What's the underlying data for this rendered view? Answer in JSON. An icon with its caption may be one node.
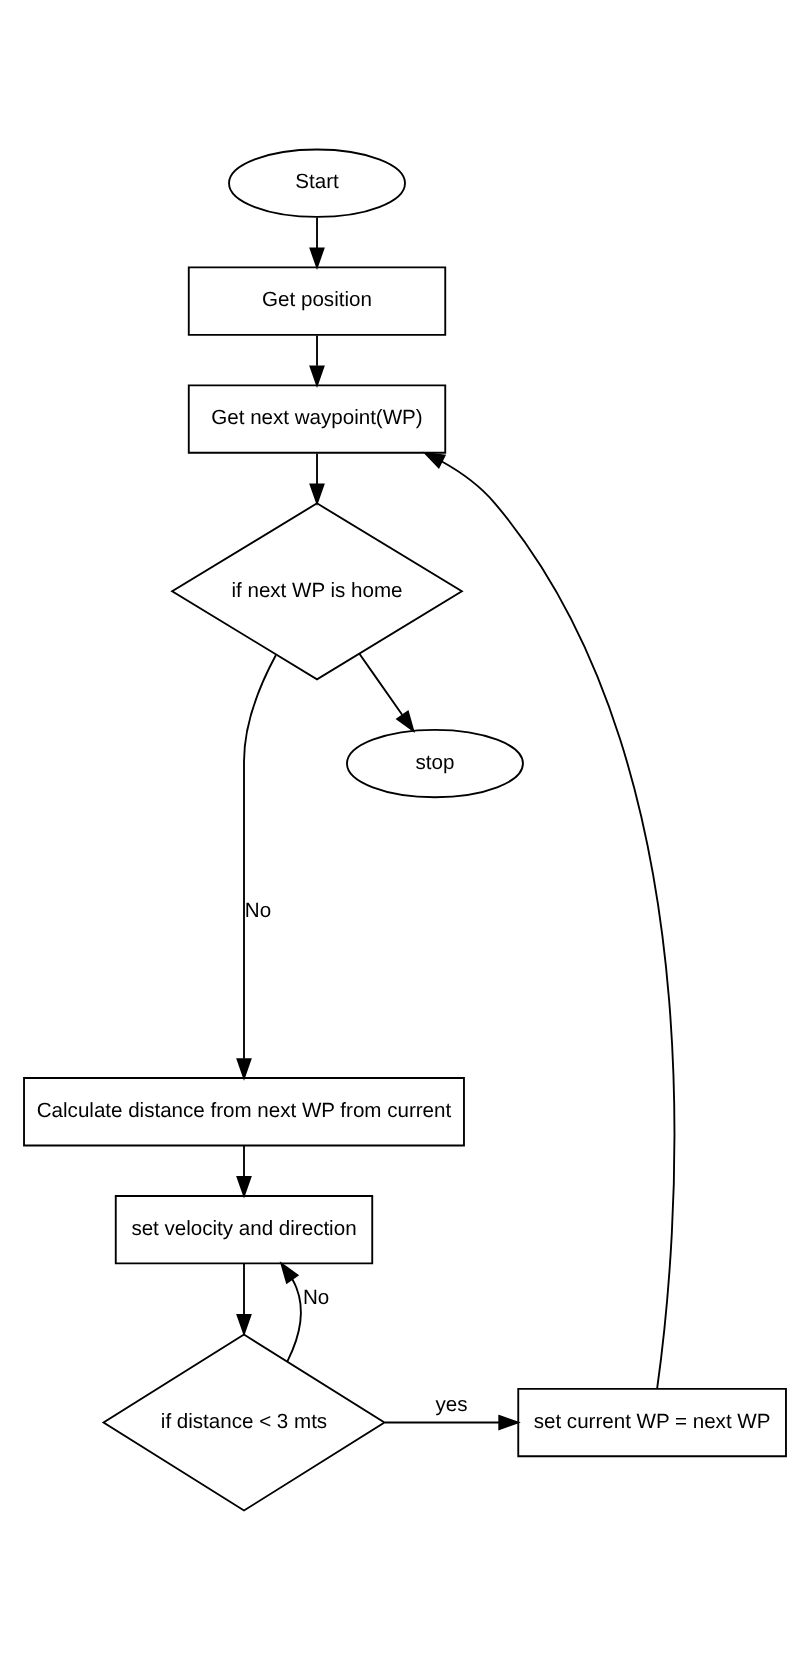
{
  "diagram": {
    "nodes": [
      {
        "text": [
          "Start"
        ]
      },
      {
        "text": [
          "Get position"
        ]
      },
      {
        "text": [
          "Get next waypoint(WP)"
        ]
      },
      {
        "text": [
          "if next WP is home"
        ]
      },
      {
        "text": [
          "Calculate distance from next WP from current"
        ]
      },
      {
        "text": [
          "set velocity and direction"
        ]
      },
      {
        "text": [
          "if distance < 3 mts"
        ]
      },
      {
        "text": [
          "set current WP = next WP"
        ]
      },
      {
        "text": [
          "stop"
        ]
      }
    ],
    "edges": [
      {
        "from": 0,
        "to": 1,
        "arrow": "to"
      },
      {
        "from": 1,
        "to": 2,
        "arrow": "to"
      },
      {
        "from": 2,
        "to": 3,
        "arrow": "to"
      },
      {
        "from": 3,
        "to": 4,
        "arrow": "to",
        "label": "No"
      },
      {
        "from": 3,
        "to": 8,
        "arrow": "to"
      },
      {
        "from": 4,
        "to": 5,
        "arrow": "to"
      },
      {
        "from": 5,
        "to": 6,
        "arrow": "to"
      },
      {
        "from": 6,
        "to": 5,
        "arrow": "to",
        "label": "No"
      },
      {
        "from": 6,
        "to": 7,
        "arrow": "to",
        "label": "yes"
      },
      {
        "from": 7,
        "to": 2,
        "arrow": "to"
      }
    ]
  }
}
